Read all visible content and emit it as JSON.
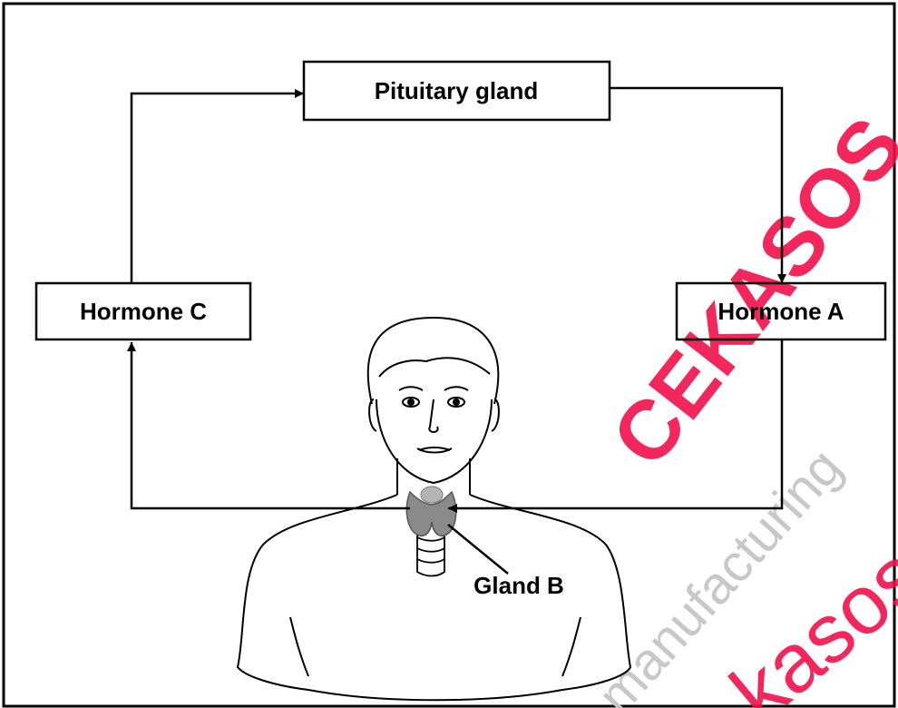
{
  "diagram": {
    "boxes": {
      "pituitary": "Pituitary gland",
      "hormone_a": "Hormone A",
      "hormone_c": "Hormone C"
    },
    "gland_label": "Gland B"
  },
  "watermarks": {
    "brand_top": "CEKASOS",
    "brand_middle": "manufacturing",
    "brand_bottom": "kasos"
  },
  "colors": {
    "line": "#000000",
    "watermark": "#f20f4a",
    "watermark_grey": "#c8c8c8",
    "thyroid": "#8a8a8a"
  }
}
